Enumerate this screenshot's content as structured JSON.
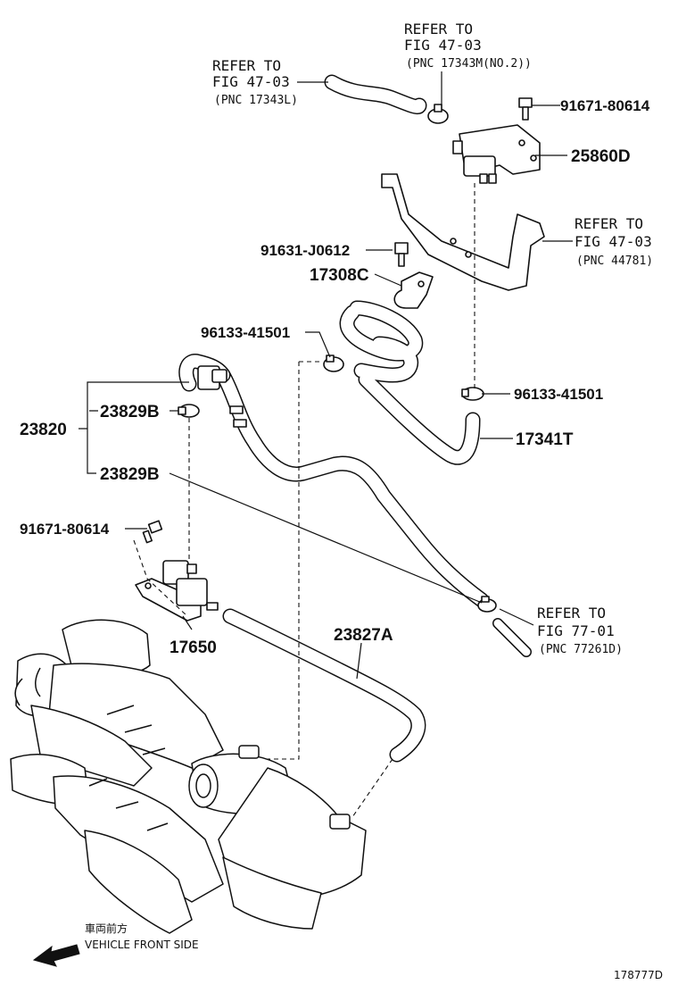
{
  "labels": {
    "p_91671_top": "91671-80614",
    "p_25860D": "25860D",
    "p_91631": "91631-J0612",
    "p_17308C": "17308C",
    "p_96133_left": "96133-41501",
    "p_96133_right": "96133-41501",
    "p_17341T": "17341T",
    "p_23820": "23820",
    "p_23829B_a": "23829B",
    "p_23829B_b": "23829B",
    "p_91671_left": "91671-80614",
    "p_17650": "17650",
    "p_23827A": "23827A"
  },
  "refs": {
    "top_center": {
      "l1": "REFER TO",
      "l2": "FIG 47-03",
      "l3": "(PNC 17343M(NO.2))"
    },
    "top_left": {
      "l1": "REFER TO",
      "l2": "FIG 47-03",
      "l3": "(PNC 17343L)"
    },
    "right_bracket": {
      "l1": "REFER TO",
      "l2": "FIG 47-03",
      "l3": "(PNC 44781)"
    },
    "bottom_right": {
      "l1": "REFER TO",
      "l2": "FIG 77-01",
      "l3": "(PNC 77261D)"
    }
  },
  "footer": {
    "direction_jp": "車両前方",
    "direction_en": "VEHICLE FRONT SIDE",
    "figure_code": "178777D"
  }
}
